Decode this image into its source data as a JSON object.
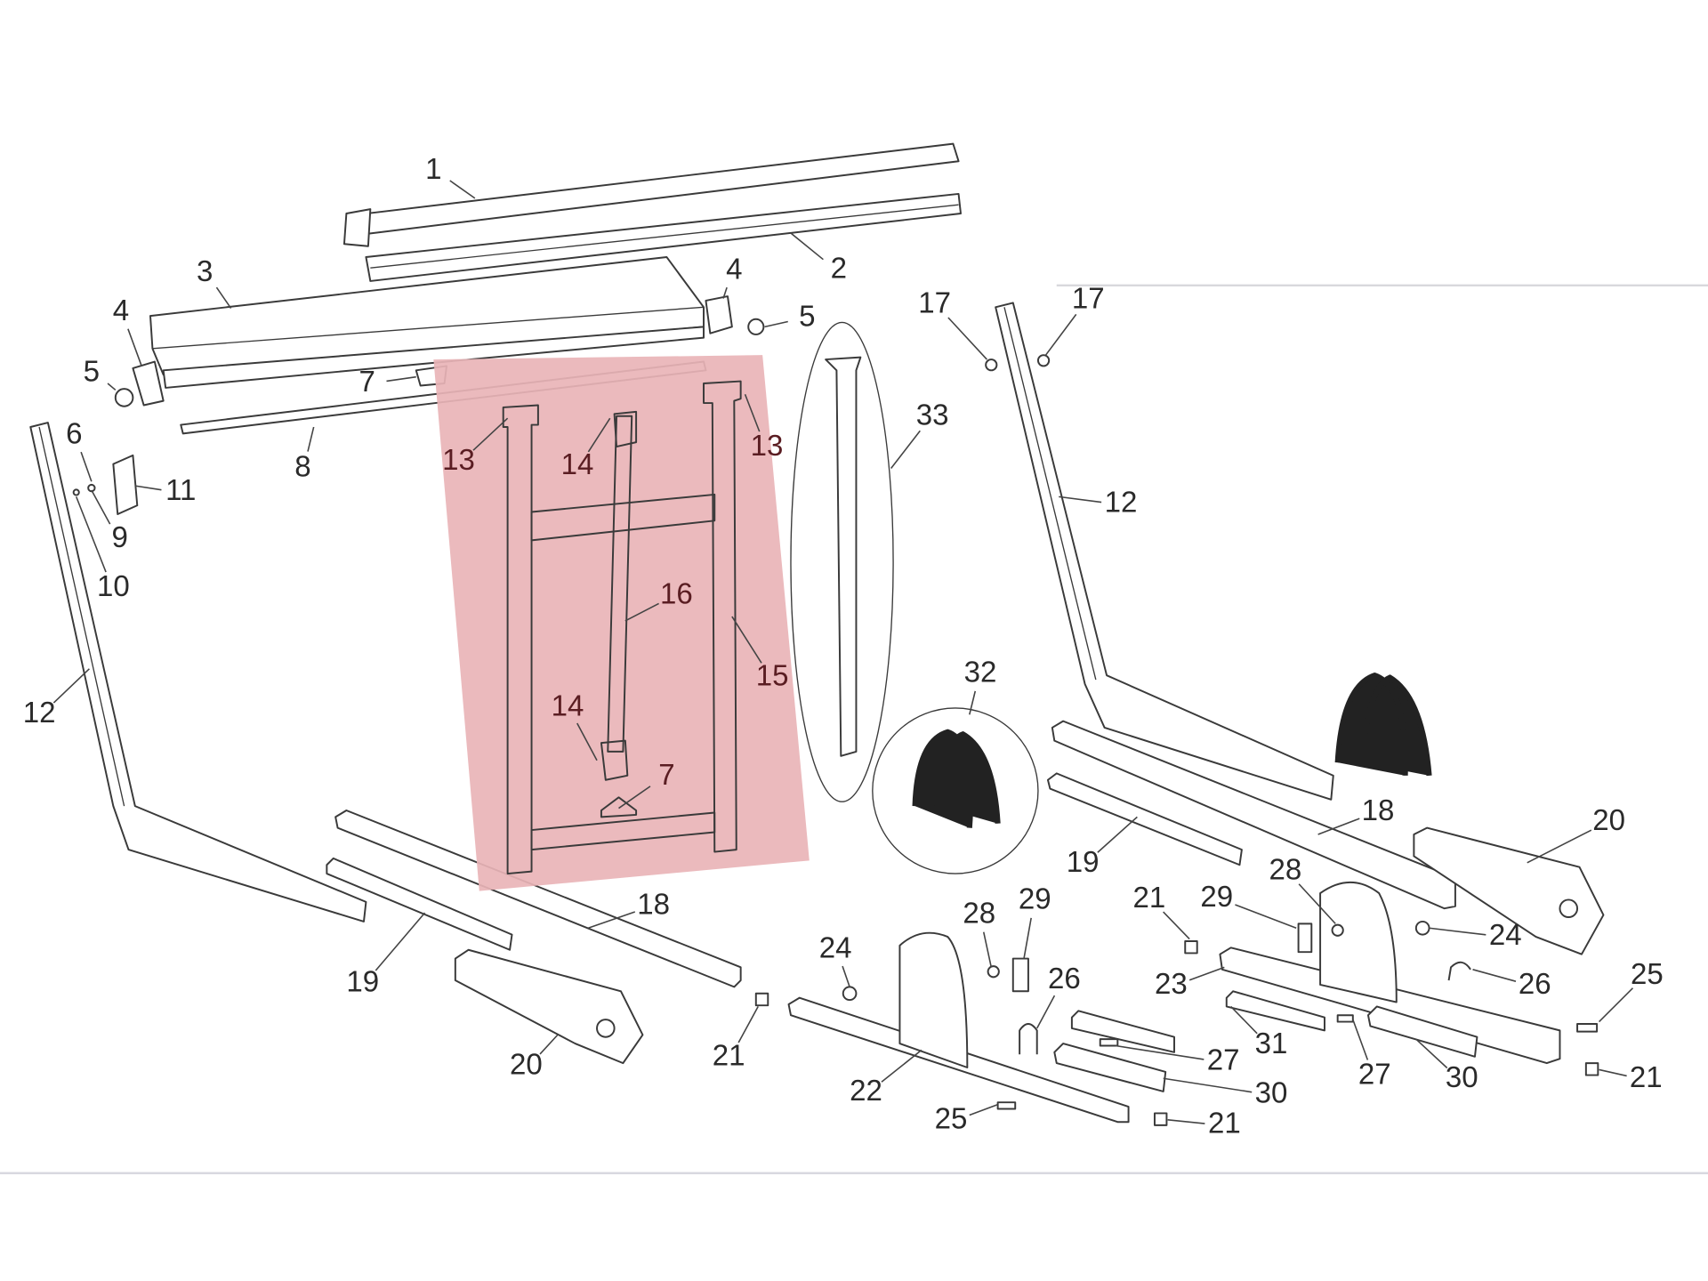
{
  "diagram": {
    "title": "Exploded parts diagram",
    "highlight_color": "#e9b4b7",
    "line_color": "#3a3a3a",
    "callouts": [
      "1",
      "2",
      "3",
      "4",
      "5",
      "4",
      "5",
      "7",
      "8",
      "6",
      "11",
      "9",
      "10",
      "12",
      "13",
      "14",
      "13",
      "16",
      "15",
      "14",
      "7",
      "33",
      "17",
      "17",
      "12",
      "32",
      "18",
      "20",
      "19",
      "28",
      "21",
      "29",
      "24",
      "26",
      "25",
      "23",
      "31",
      "27",
      "30",
      "21",
      "27",
      "30",
      "21",
      "25",
      "22",
      "24",
      "28",
      "29",
      "26",
      "18",
      "19",
      "20",
      "21"
    ]
  }
}
